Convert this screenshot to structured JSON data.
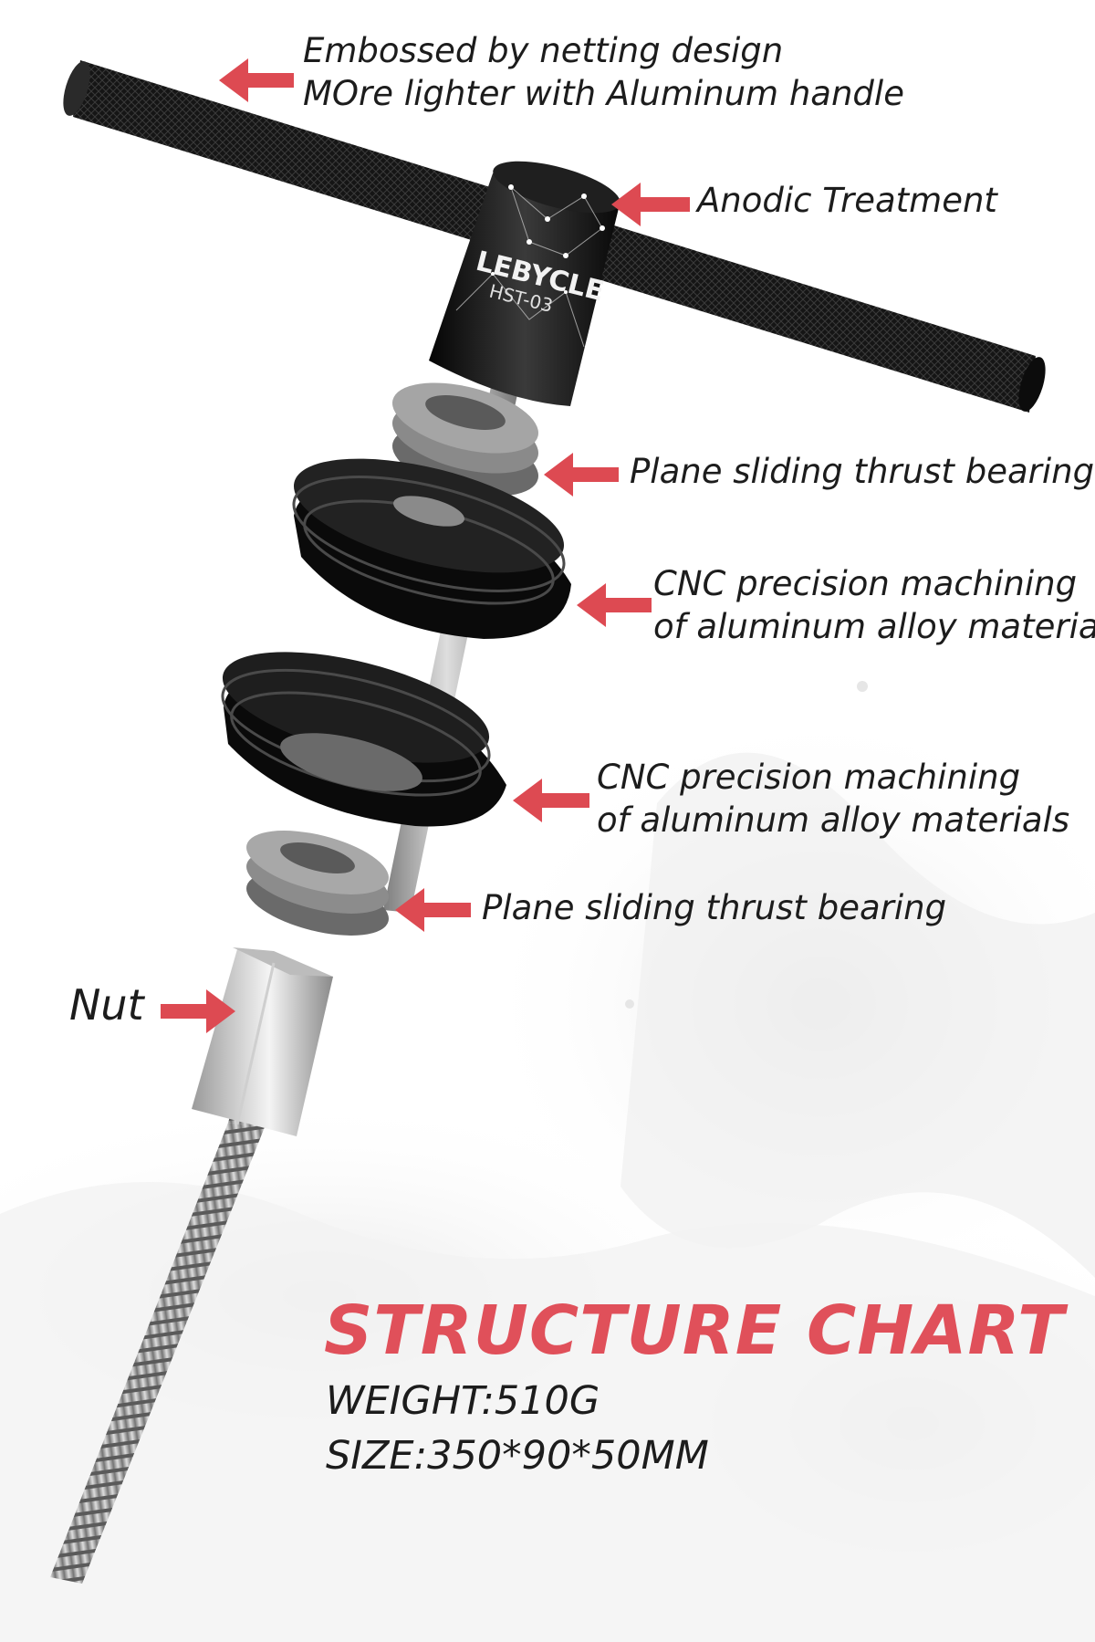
{
  "callouts": {
    "handle": {
      "line1": "Embossed by netting design",
      "line2": "MOre lighter with Aluminum handle"
    },
    "anodic": {
      "line1": "Anodic Treatment"
    },
    "bearing_upper": {
      "line1": "Plane sliding thrust bearing"
    },
    "cnc_upper": {
      "line1": "CNC precision machining",
      "line2": "of aluminum alloy materials"
    },
    "cnc_lower": {
      "line1": "CNC precision machining",
      "line2": "of aluminum alloy materials"
    },
    "bearing_lower": {
      "line1": "Plane sliding thrust bearing"
    },
    "nut": {
      "line1": "Nut"
    }
  },
  "product": {
    "brand": "LEBYCLE",
    "model": "HST-03"
  },
  "title": "STRUCTURE CHART",
  "specs": {
    "weight": "WEIGHT:510G",
    "size": "SIZE:350*90*50MM"
  },
  "colors": {
    "accent": "#e0505a",
    "arrow": "#dd4a52",
    "text": "#1c1c1c",
    "metal_dark": "#141414"
  },
  "icons": {
    "pointer": "left-arrow-icon"
  }
}
